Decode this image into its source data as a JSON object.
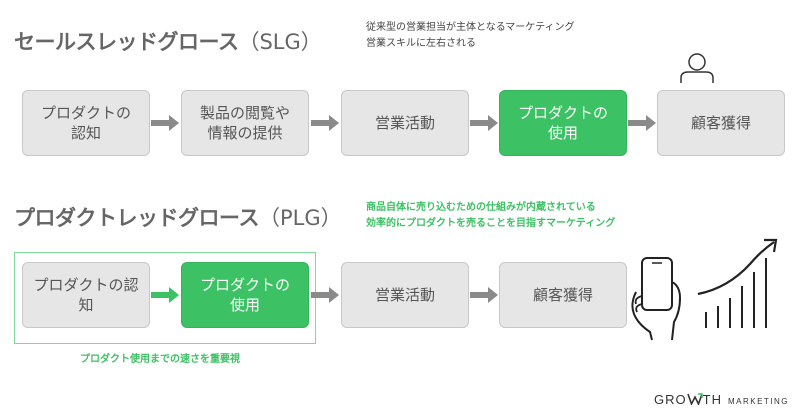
{
  "slg": {
    "title": "セールスレッドグロース",
    "abbr": "（SLG）",
    "description": [
      "従来型の営業担当が主体となるマーケティング",
      "営業スキルに左右される"
    ],
    "steps": [
      {
        "lines": [
          "プロダクトの",
          "認知"
        ],
        "highlight": false
      },
      {
        "lines": [
          "製品の閲覧や",
          "情報の提供"
        ],
        "highlight": false
      },
      {
        "lines": [
          "営業活動"
        ],
        "highlight": false
      },
      {
        "lines": [
          "プロダクトの",
          "使用"
        ],
        "highlight": true
      },
      {
        "lines": [
          "顧客獲得"
        ],
        "highlight": false
      }
    ]
  },
  "plg": {
    "title": "プロダクトレッドグロース",
    "abbr": "（PLG）",
    "description": [
      "商品自体に売り込むための仕組みが内蔵されている",
      "効率的にプロダクトを売ることを目指すマーケティング"
    ],
    "steps": [
      {
        "lines": [
          "プロダクトの認",
          "知"
        ],
        "highlight": false
      },
      {
        "lines": [
          "プロダクトの",
          "使用"
        ],
        "highlight": true
      },
      {
        "lines": [
          "営業活動"
        ],
        "highlight": false
      },
      {
        "lines": [
          "顧客獲得"
        ],
        "highlight": false
      }
    ],
    "speed_note": "プロダクト使用までの速さを重要視"
  },
  "brand": {
    "name_pre": "GRO",
    "name_post": "TH",
    "sub": "MARKETING"
  },
  "colors": {
    "accent_green": "#3cc264",
    "box_gray": "#e6e6e6",
    "arrow_gray": "#8a8a8a",
    "arrow_green": "#3cc264"
  },
  "icons": {
    "person": "person-icon",
    "phone": "hand-phone-icon",
    "growth": "growth-chart-icon",
    "arrow": "right-arrow-icon",
    "brand_w": "growth-w-logo-icon"
  }
}
